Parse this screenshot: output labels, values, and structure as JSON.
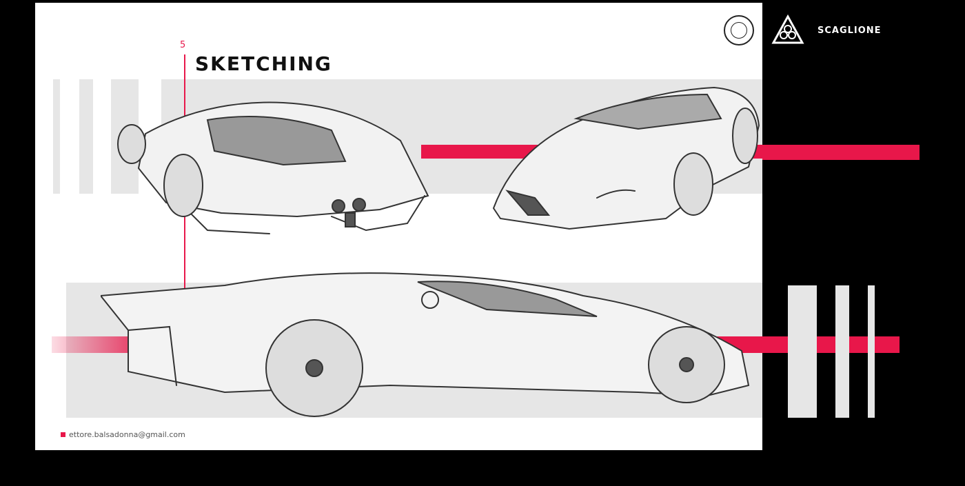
{
  "page": {
    "section_number": "5",
    "title": "SKETCHING",
    "email": "ettore.balsadonna@gmail.com"
  },
  "branding": {
    "logo_round_icon": "alfa-romeo-emblem",
    "logo_triangle_icon": "quadrifoglio-triangle",
    "brand_name": "SCAGLIONE"
  },
  "colors": {
    "accent": "#e8174a",
    "background": "#000000",
    "sheet": "#ffffff",
    "band": "#e6e6e6"
  },
  "illustrations": [
    {
      "name": "rear-three-quarter-sketch"
    },
    {
      "name": "front-three-quarter-sketch"
    },
    {
      "name": "side-profile-sketch"
    }
  ]
}
